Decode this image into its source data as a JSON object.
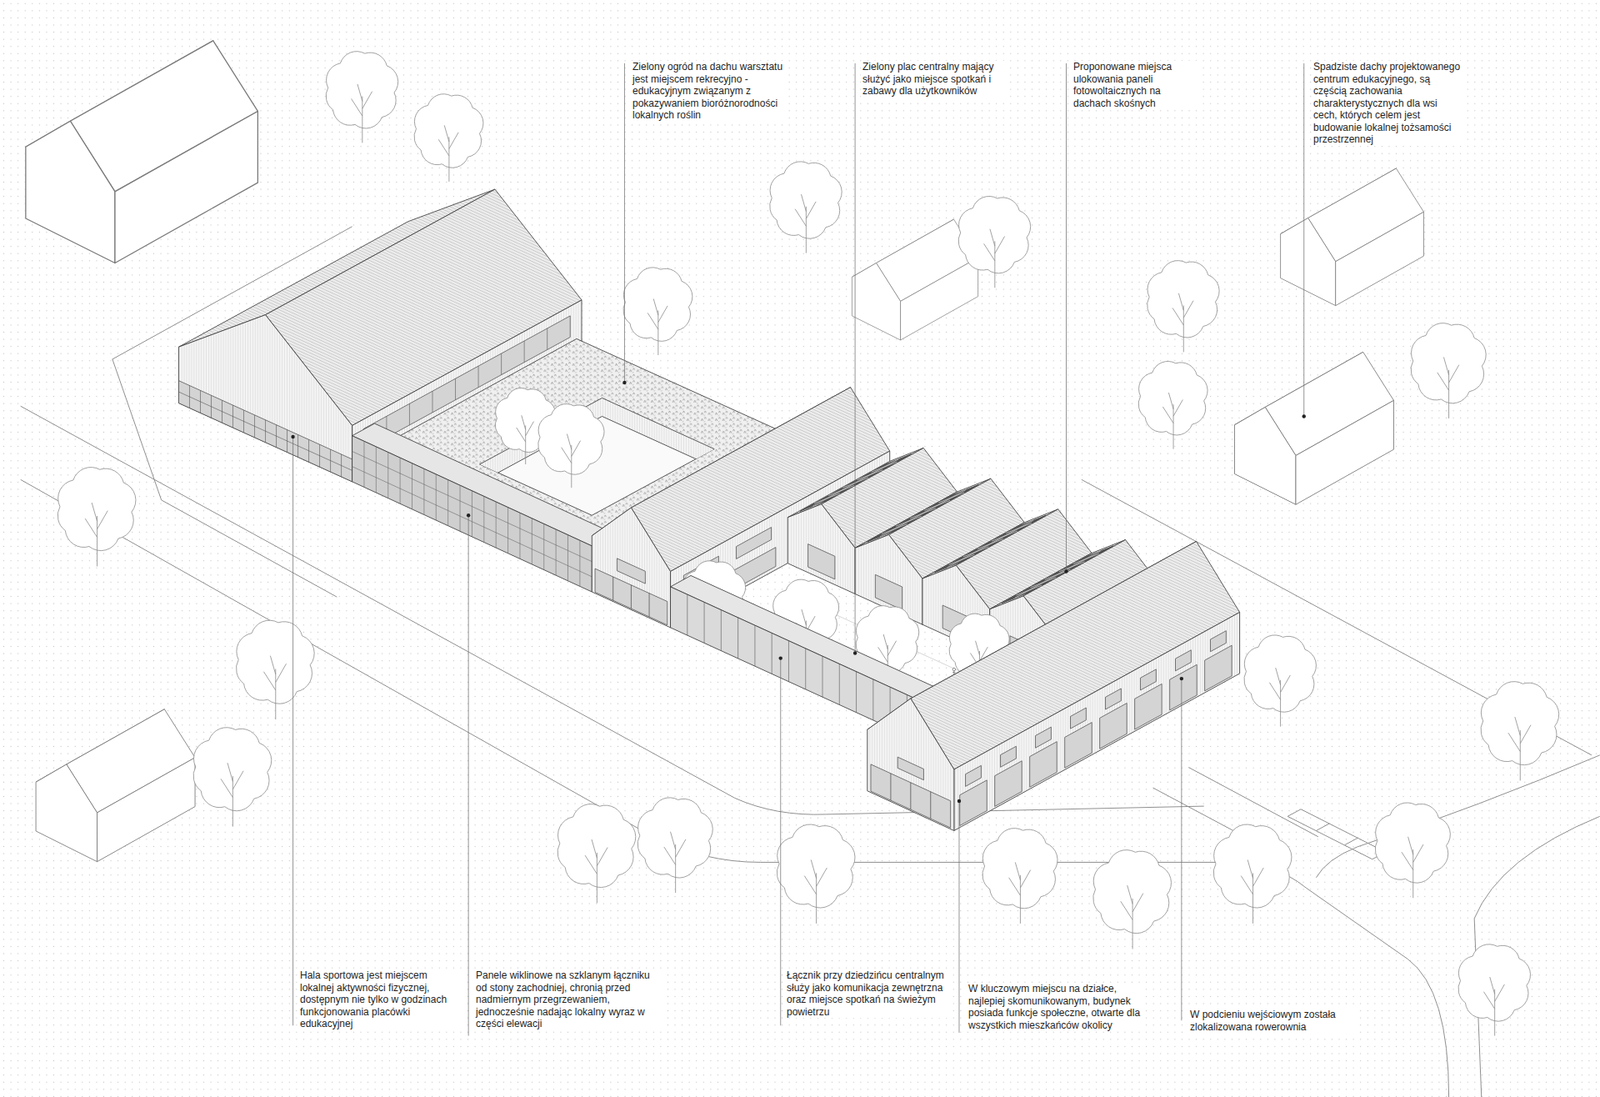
{
  "diagram": {
    "labels": [
      "Zielony ogród na dachu warsztatu jest miejscem rekrecyjno - edukacyjnym związanym z pokazywaniem bioróżnorodności lokalnych roślin",
      "Zielony plac centralny mający służyć jako miejsce spotkań i zabawy dla użytkowników",
      "Proponowane miejsca ulokowania paneli fotowoltaicznych na dachach skośnych",
      "Spadziste dachy projektowanego centrum edukacyjnego, są częścią zachowania charakterystycznych dla wsi cech, których celem jest budowanie lokalnej tożsamości przestrzennej",
      "Hala sportowa jest miejscem lokalnej aktywności fizycznej, dostępnym nie tylko w godzinach funkcjonowania placówki edukacyjnej",
      "Panele wiklinowe na szklanym łączniku od stony zachodniej, chronią przed nadmiernym przegrzewaniem, jednocześnie nadając lokalny wyraz w części elewacji",
      "Łącznik przy dziedzińcu centralnym służy jako komunikacja zewnętrzna oraz miejsce spotkań na świeżym powietrzu",
      "W kluczowym miejscu na działce, najlepiej skomunikowanym, budynek posiada funkcje społeczne, otwarte dla wszystkich mieszkańców okolicy",
      "W podcieniu wejściowym została zlokalizowana rowerownia"
    ]
  }
}
